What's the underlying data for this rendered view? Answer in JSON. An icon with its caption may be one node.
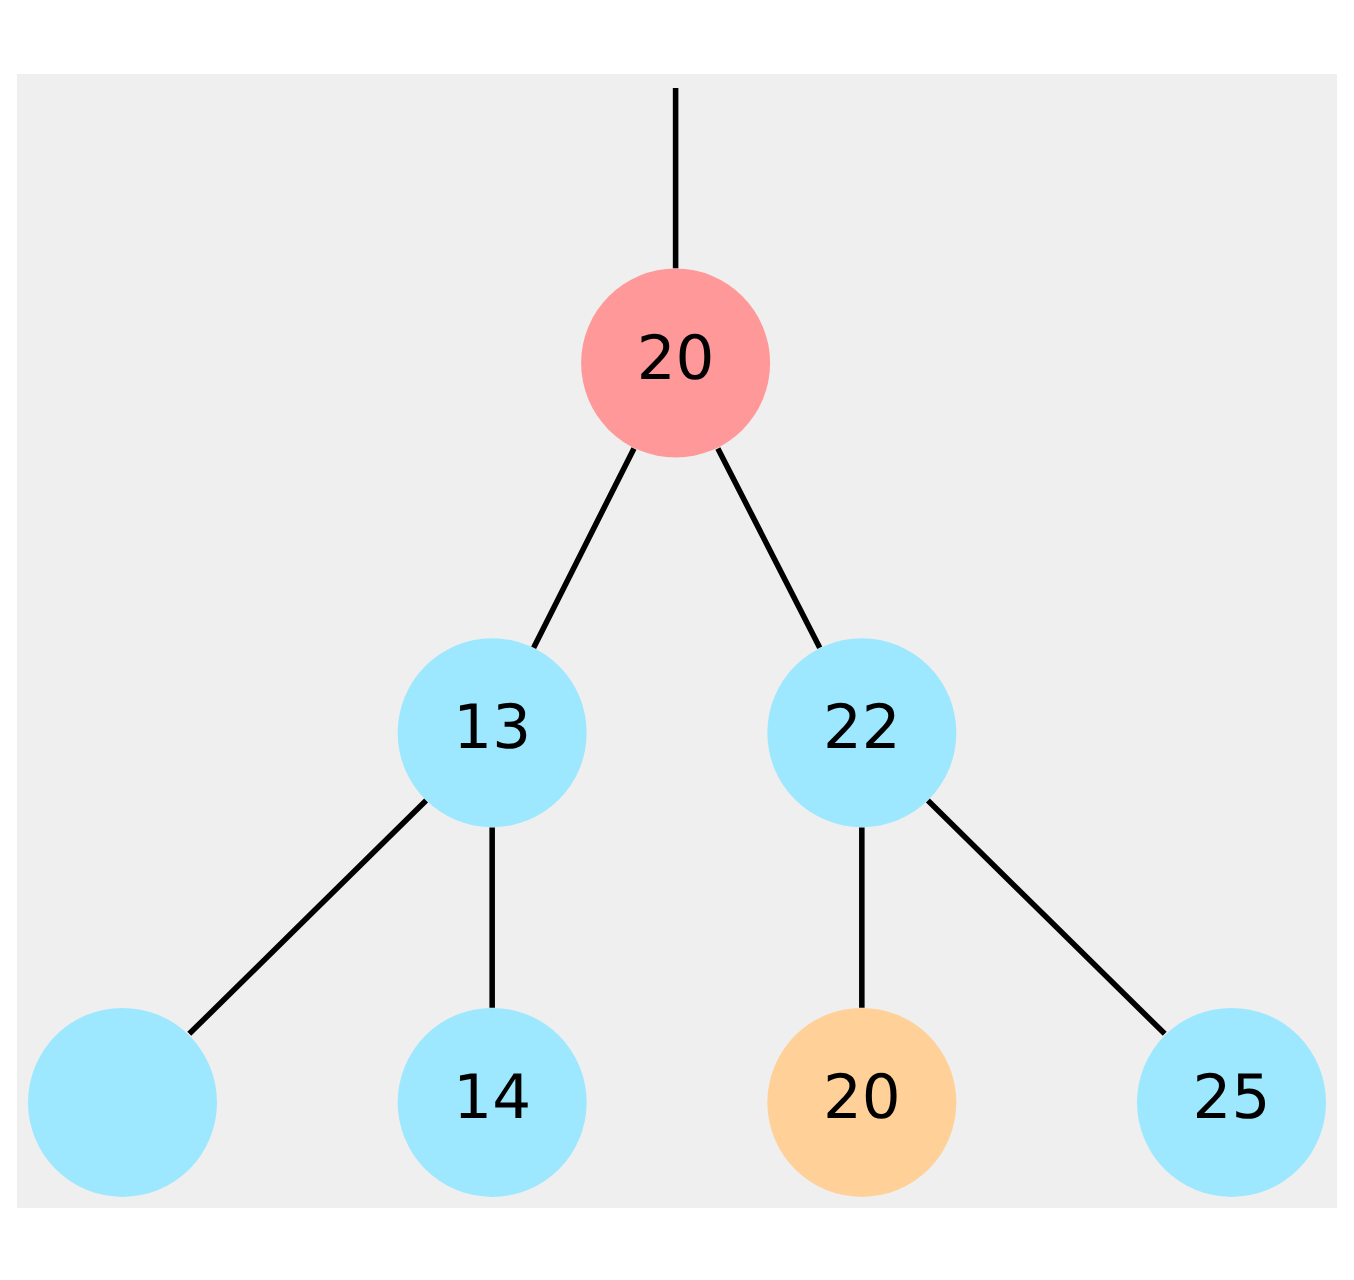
{
  "diagram": {
    "nodes": [
      {
        "text": [
          "20"
        ]
      },
      {
        "text": [
          "13"
        ]
      },
      {
        "text": [
          "22"
        ]
      },
      {
        "text": [],
        "shape": "circle"
      },
      {
        "text": [
          "14"
        ]
      },
      {
        "text": [
          "20"
        ]
      },
      {
        "text": [
          "25"
        ]
      }
    ],
    "edges": [
      {
        "from": null,
        "to": 0,
        "arrow": "none"
      },
      {
        "from": 0,
        "to": 1,
        "arrow": "none"
      },
      {
        "from": 0,
        "to": 2,
        "arrow": "none"
      },
      {
        "from": 1,
        "to": 3,
        "arrow": "none"
      },
      {
        "from": 1,
        "to": 4,
        "arrow": "none"
      },
      {
        "from": 2,
        "to": 5,
        "arrow": "none"
      },
      {
        "from": 2,
        "to": 6,
        "arrow": "none"
      }
    ]
  }
}
